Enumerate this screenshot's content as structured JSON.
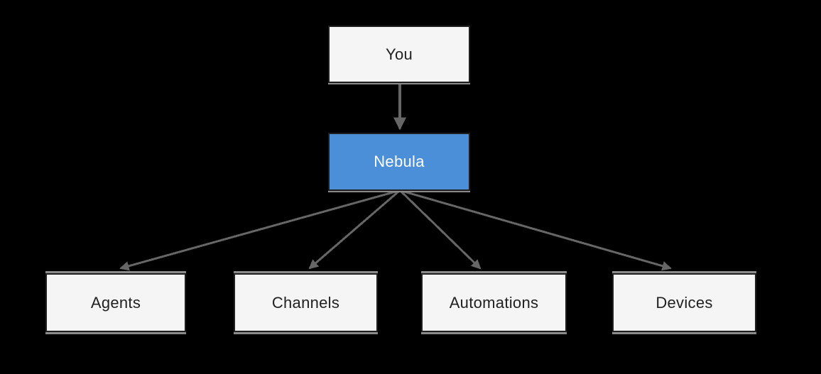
{
  "diagram": {
    "nodes": {
      "you": {
        "label": "You"
      },
      "nebula": {
        "label": "Nebula"
      },
      "agents": {
        "label": "Agents"
      },
      "channels": {
        "label": "Channels"
      },
      "automations": {
        "label": "Automations"
      },
      "devices": {
        "label": "Devices"
      }
    },
    "edges": [
      {
        "from": "You",
        "to": "Nebula"
      },
      {
        "from": "Nebula",
        "to": "Agents"
      },
      {
        "from": "Nebula",
        "to": "Channels"
      },
      {
        "from": "Nebula",
        "to": "Automations"
      },
      {
        "from": "Nebula",
        "to": "Devices"
      }
    ],
    "colors": {
      "background": "#000000",
      "node_fill": "#f5f5f5",
      "node_border": "#1f1f1f",
      "node_text": "#212121",
      "accent_fill": "#4a8fd8",
      "accent_text": "#ffffff",
      "edge": "#666666",
      "edge_shadow": "#8a8a8a"
    }
  }
}
